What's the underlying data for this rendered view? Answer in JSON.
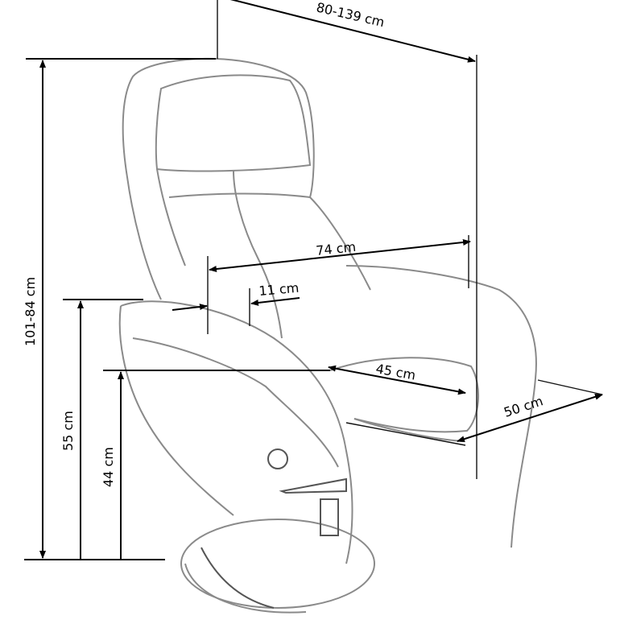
{
  "title": "Recliner chair dimensions",
  "dimensions": {
    "reclined_length": "80-139 cm",
    "total_height": "101-84 cm",
    "armrest_height": "55 cm",
    "seat_height": "44 cm",
    "seat_width": "74 cm",
    "armrest_width": "11 cm",
    "seat_depth": "45 cm",
    "footrest_depth": "50 cm"
  }
}
